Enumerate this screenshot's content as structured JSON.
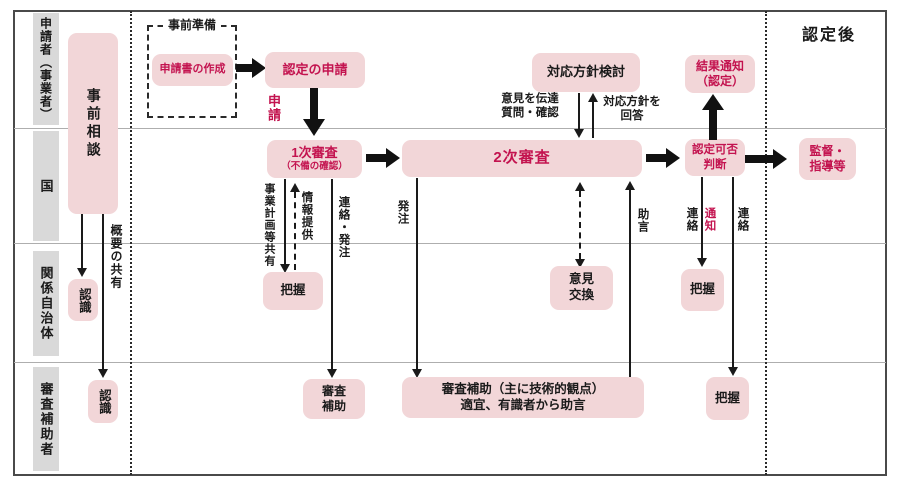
{
  "colors": {
    "box_fill": "#f2d6d8",
    "accent_text": "#c3134f",
    "lane_bg": "#d9d9d9"
  },
  "lanes": [
    {
      "label": "申請者（事業者）"
    },
    {
      "label": "国"
    },
    {
      "label": "関係自治体"
    },
    {
      "label": "審査補助者"
    }
  ],
  "phase": {
    "post_certification": "認定後"
  },
  "pre": {
    "consultation": "事前相談",
    "overview_share": "概要の共有",
    "recognition_muni": "認識",
    "recognition_assist": "認識",
    "prep_group": "事前準備",
    "create_application": "申請書の作成"
  },
  "apply": {
    "certification_request": "認定の申請",
    "arrow_label": "申請"
  },
  "review1": {
    "title": "1次審査",
    "subtitle": "（不備の確認）",
    "share_plan": "事業計画等共有",
    "info_provision": "情報提供",
    "contact_order": "連絡・発注",
    "grasp": "把握",
    "assist_l1": "審査",
    "assist_l2": "補助"
  },
  "review2": {
    "title": "2次審査",
    "order": "発注",
    "policy_review": "対応方針検討",
    "opinion_l1": "意見を伝達",
    "opinion_l2": "質問・確認",
    "reply_l1": "対応方針を",
    "reply_l2": "回答",
    "exchange_l1": "意見",
    "exchange_l2": "交換",
    "advice": "助言",
    "assist_box_l1": "審査補助（主に技術的観点）",
    "assist_box_l2": "適宜、有識者から助言"
  },
  "decision": {
    "judge_l1": "認定可否",
    "judge_l2": "判断",
    "result_l1": "結果通知",
    "result_l2": "（認定）",
    "contact_muni": "連絡",
    "notice": "通知",
    "grasp_muni": "把握",
    "contact_assist": "連絡",
    "grasp_assist": "把握"
  },
  "post": {
    "supervision_l1": "監督・",
    "supervision_l2": "指導等"
  }
}
